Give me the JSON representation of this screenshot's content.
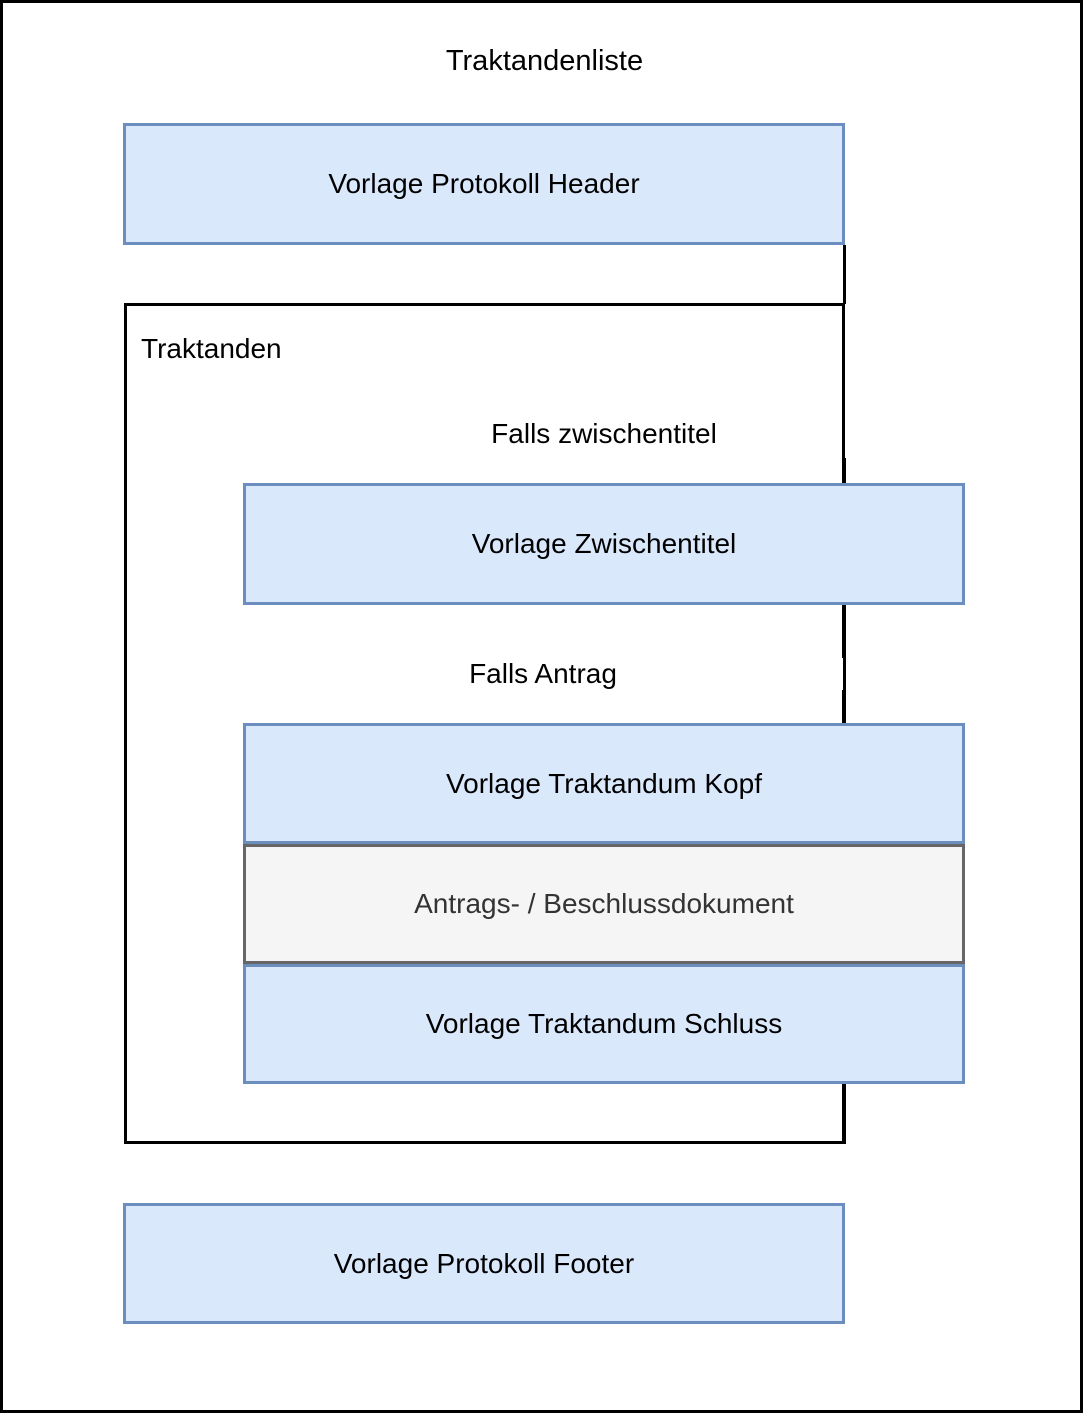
{
  "diagram": {
    "type": "flow-template-structure",
    "title": "Traktandenliste",
    "header_box": {
      "label": "Vorlage Protokoll Header"
    },
    "group": {
      "label": "Traktanden",
      "conditions": [
        {
          "id": "zwischentitel",
          "label": "Falls zwischentitel"
        },
        {
          "id": "antrag",
          "label": "Falls Antrag"
        }
      ],
      "boxes": [
        {
          "id": "vorlage-zwischentitel",
          "label": "Vorlage Zwischentitel",
          "style": "blue"
        },
        {
          "id": "vorlage-traktandum-kopf",
          "label": "Vorlage Traktandum Kopf",
          "style": "blue"
        },
        {
          "id": "antrags-beschlussdokument",
          "label": "Antrags- / Beschlussdokument",
          "style": "grey"
        },
        {
          "id": "vorlage-traktandum-schluss",
          "label": "Vorlage Traktandum Schluss",
          "style": "blue"
        }
      ]
    },
    "footer_box": {
      "label": "Vorlage Protokoll Footer"
    },
    "colors": {
      "blue_fill": "#dae8fc",
      "blue_stroke": "#6c8ebf",
      "grey_fill": "#f5f5f5",
      "grey_stroke": "#666666",
      "grey_text": "#333333",
      "line": "#000000",
      "background": "#ffffff"
    }
  }
}
